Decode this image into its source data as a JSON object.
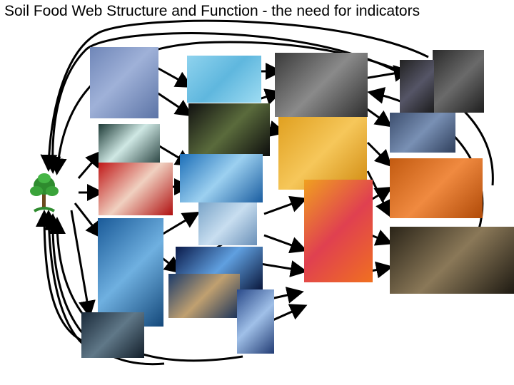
{
  "slide": {
    "title": "Soil Food Web Structure and Function - the need for indicators"
  },
  "icons": {
    "plant": "tree-plant-icon"
  },
  "photos": [
    {
      "name": "nematode-photo-1",
      "bg": "linear-gradient(135deg,#6f86b8,#9fb1d8 45%,#5c74a6)"
    },
    {
      "name": "tardigrade-photo",
      "bg": "linear-gradient(135deg,#8fd3ee,#5fb7de 50%,#9edcf2)"
    },
    {
      "name": "nematode-photo-large",
      "bg": "linear-gradient(135deg,#3a3a3a,#8a8a8a 50%,#2e2e2e)"
    },
    {
      "name": "beetle-grub-photo",
      "bg": "linear-gradient(135deg,#2a2a2a,#6a6a6a 50%,#1e1e1e)"
    },
    {
      "name": "collembola-photo",
      "bg": "linear-gradient(135deg,#222,#556 50%,#1a1a1a)"
    },
    {
      "name": "fungi-hyphae-photo",
      "bg": "linear-gradient(135deg,#1d3a36,#cfe8e4 45%,#183230)"
    },
    {
      "name": "mite-photo-dark",
      "bg": "linear-gradient(135deg,#111,#5a6b3c 50%,#0d0d0d)"
    },
    {
      "name": "predatory-mite-photo",
      "bg": "linear-gradient(135deg,#e0a020,#f6c75a 50%,#d08a10)"
    },
    {
      "name": "pillbug-photo",
      "bg": "linear-gradient(135deg,#3c4e6e,#7990b4 50%,#2f3f5c)"
    },
    {
      "name": "bacteria-colony-photo",
      "bg": "linear-gradient(135deg,#c01818,#f0d0c0 50%,#b01010)"
    },
    {
      "name": "nematode-head-blue-photo",
      "bg": "linear-gradient(135deg,#1d6fb8,#9cd0f0 50%,#1a5da0)"
    },
    {
      "name": "nematode-orange-photo",
      "bg": "linear-gradient(135deg,#c25a10,#f08a40 50%,#b04a08)"
    },
    {
      "name": "nematode-coiled-photo",
      "bg": "linear-gradient(135deg,#f0a020,#e04050 50%,#f07020)"
    },
    {
      "name": "nematode-mouth-photo",
      "bg": "linear-gradient(135deg,#7aa4c8,#c8def0 50%,#6a90b8)"
    },
    {
      "name": "bacteria-rods-photo",
      "bg": "linear-gradient(135deg,#1a5a98,#6fb0e0 50%,#14487a)"
    },
    {
      "name": "earthworm-photo",
      "bg": "linear-gradient(135deg,#2a2418,#8a7858 50%,#1e1a12)"
    },
    {
      "name": "protozoa-photo",
      "bg": "linear-gradient(135deg,#0a1a4a,#60a0e0 50%,#081438)"
    },
    {
      "name": "flagellate-photo",
      "bg": "linear-gradient(135deg,#1a3a6a,#c0a070 50%,#142e58)"
    },
    {
      "name": "nematode-stylet-photo",
      "bg": "linear-gradient(135deg,#2a4a8a,#a0c0e8 50%,#223c74)"
    },
    {
      "name": "ciliate-photo",
      "bg": "linear-gradient(135deg,#1a2a3a,#607888 50%,#121e2a)"
    }
  ]
}
